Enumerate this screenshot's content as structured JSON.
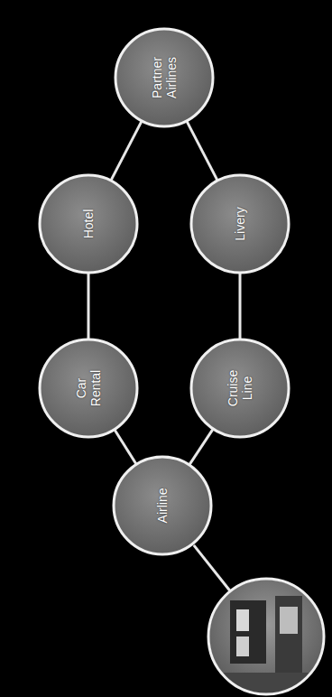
{
  "diagram": {
    "nodes": [
      {
        "text": [
          "Airline"
        ]
      },
      {
        "text": [
          "Car Rental"
        ]
      },
      {
        "text": [
          "Cruise Line"
        ]
      },
      {
        "text": [
          "Hotel"
        ]
      },
      {
        "text": [
          "Livery"
        ]
      },
      {
        "text": [
          "Partner Airlines"
        ]
      }
    ],
    "edges": [
      {
        "from": 0,
        "to": 1,
        "arrow": "none"
      },
      {
        "from": 0,
        "to": 2,
        "arrow": "none"
      },
      {
        "from": 1,
        "to": 3,
        "arrow": "none"
      },
      {
        "from": 3,
        "to": 5,
        "arrow": "none"
      },
      {
        "from": 2,
        "to": 4,
        "arrow": "none"
      },
      {
        "from": 4,
        "to": 5,
        "arrow": "none"
      }
    ]
  }
}
